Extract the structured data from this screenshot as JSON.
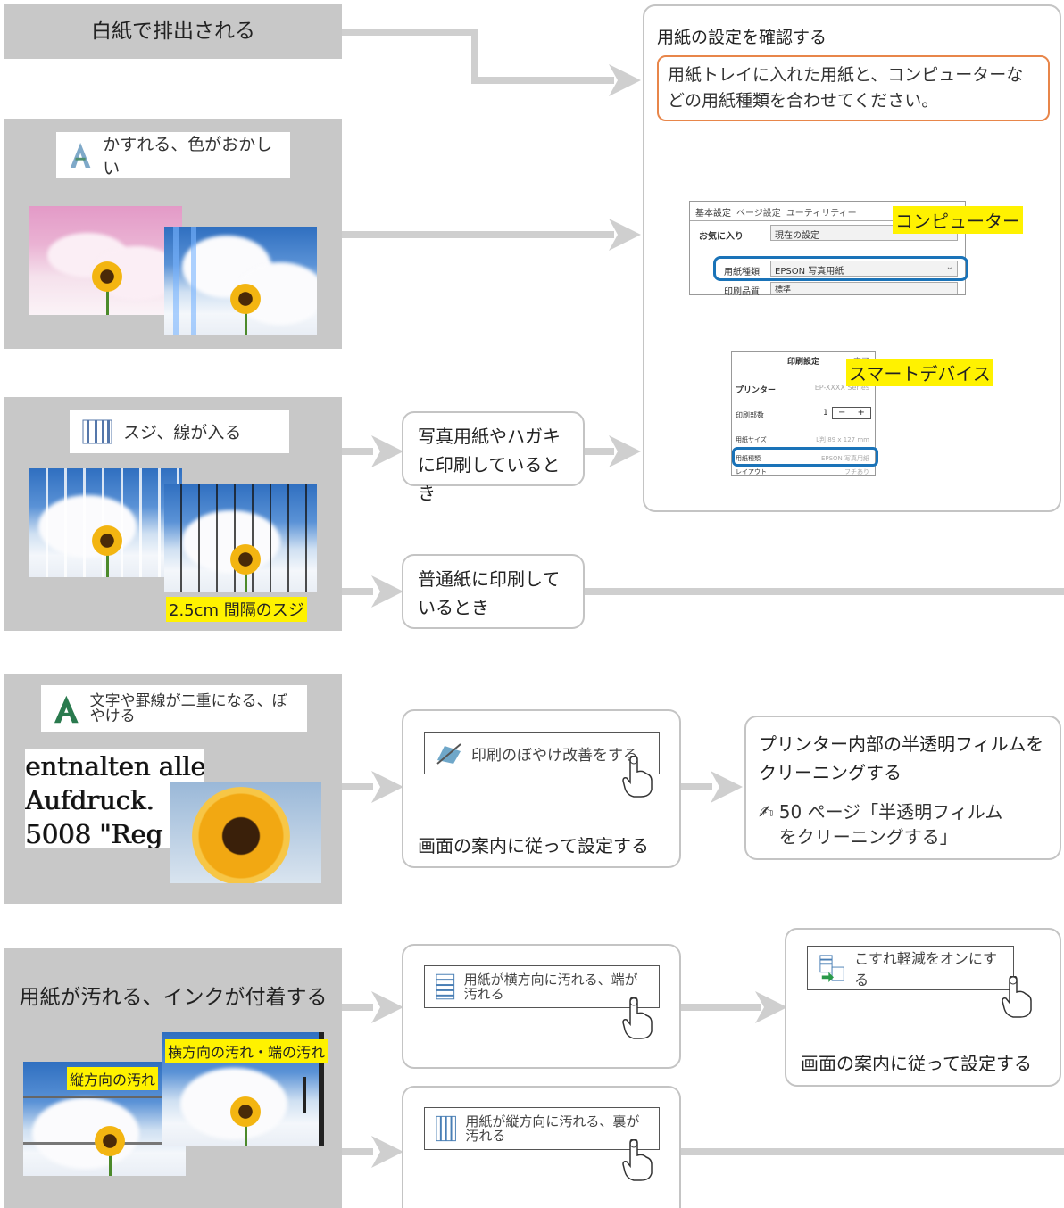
{
  "row1": {
    "title": "白紙で排出される"
  },
  "row2": {
    "label": "かすれる、色がおかしい"
  },
  "row3": {
    "label": "スジ、線が入る",
    "caption": "2.5cm 間隔のスジ"
  },
  "row4": {
    "label": "文字や罫線が二重になる、ぼやける",
    "text_lines": [
      "entnalten alle",
      "Aufdruck.",
      "5008 \"Reg"
    ]
  },
  "row5": {
    "title": "用紙が汚れる、インクが付着する",
    "caption_horizontal": "横方向の汚れ・端の汚れ",
    "caption_vertical": "縦方向の汚れ"
  },
  "paper_check": {
    "title": "用紙の設定を確認する",
    "note": "用紙トレイに入れた用紙と、コンピューターなどの用紙種類を合わせてください。",
    "computer_label": "コンピューター",
    "smart_label": "スマートデバイス",
    "pc_screen": {
      "tabs": [
        "基本設定",
        "ページ設定",
        "ユーティリティー"
      ],
      "favorites_label": "お気に入り",
      "favorites_value": "現在の設定",
      "paper_type_label": "用紙種類",
      "paper_type_value": "EPSON 写真用紙",
      "quality_label": "印刷品質",
      "quality_value": "標準"
    },
    "phone_screen": {
      "header": "印刷設定",
      "done": "完了",
      "printer_label": "プリンター",
      "printer_value": "EP-XXXX Series",
      "copies_label": "印刷部数",
      "copies_value": "1",
      "size_label": "用紙サイズ",
      "size_value": "L判 89 x 127 mm",
      "type_label": "用紙種類",
      "type_value": "EPSON 写真用紙",
      "layout_label": "レイアウト",
      "layout_value": "フチあり"
    }
  },
  "photo_paper_card": {
    "text": "写真用紙やハガキに印刷しているとき"
  },
  "plain_paper_card": {
    "text": "普通紙に印刷しているとき"
  },
  "blur_card": {
    "button": "印刷のぼやけ改善をする",
    "instruction": "画面の案内に従って設定する"
  },
  "film_card": {
    "title": "プリンター内部の半透明フィルムをクリーニングする",
    "ref": "50 ページ「半透明フィルムをクリーニングする」"
  },
  "horizontal_card": {
    "button": "用紙が横方向に汚れる、端が汚れる"
  },
  "vertical_card": {
    "button": "用紙が縦方向に汚れる、裏が汚れる"
  },
  "scuff_card": {
    "button": "こすれ軽減をオンにする",
    "instruction": "画面の案内に従って設定する"
  },
  "colors": {
    "highlight": "#fff200",
    "accent_orange": "#e8864a",
    "accent_blue": "#1a73b8",
    "panel_gray": "#c8c8c8"
  }
}
